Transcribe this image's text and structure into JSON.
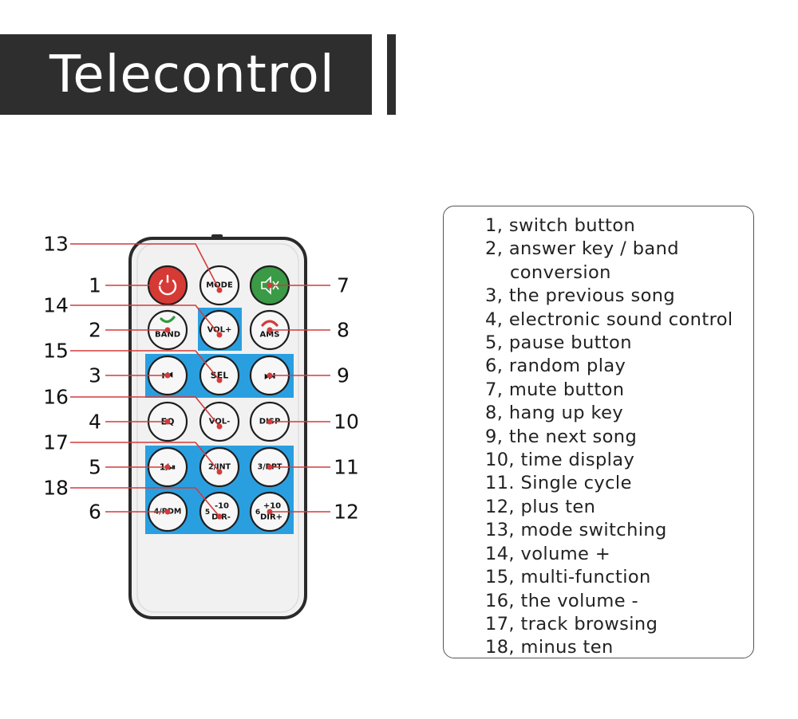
{
  "header": {
    "title": "Telecontrol"
  },
  "remote": {
    "buttons": [
      {
        "id": "power",
        "label": "",
        "icon": "power-icon",
        "row": 0,
        "col": 0,
        "color": "#d63a34"
      },
      {
        "id": "mode",
        "label": "MODE",
        "row": 0,
        "col": 1
      },
      {
        "id": "mute",
        "label": "",
        "icon": "mute-icon",
        "row": 0,
        "col": 2,
        "color": "#3a9a45"
      },
      {
        "id": "band",
        "label": "BAND",
        "icon": "phone-answer-icon",
        "row": 1,
        "col": 0
      },
      {
        "id": "vol_up",
        "label": "VOL+",
        "row": 1,
        "col": 1
      },
      {
        "id": "ams",
        "label": "AMS",
        "icon": "phone-hangup-icon",
        "row": 1,
        "col": 2
      },
      {
        "id": "prev",
        "label": "⏮",
        "icon": "previous-track-icon",
        "row": 2,
        "col": 0
      },
      {
        "id": "sel",
        "label": "SEL",
        "row": 2,
        "col": 1
      },
      {
        "id": "next",
        "label": "⏭",
        "icon": "next-track-icon",
        "row": 2,
        "col": 2
      },
      {
        "id": "eq",
        "label": "EQ",
        "row": 3,
        "col": 0
      },
      {
        "id": "vol_down",
        "label": "VOL-",
        "row": 3,
        "col": 1
      },
      {
        "id": "disp",
        "label": "DISP",
        "row": 3,
        "col": 2
      },
      {
        "id": "play",
        "label": "1/⏯",
        "row": 4,
        "col": 0
      },
      {
        "id": "int",
        "label": "2/INT",
        "row": 4,
        "col": 1
      },
      {
        "id": "rpt",
        "label": "3/RPT",
        "row": 4,
        "col": 2
      },
      {
        "id": "rdm",
        "label": "4/RDM",
        "row": 5,
        "col": 0
      },
      {
        "id": "minus10",
        "label": "5 -10 DIR-",
        "lines": [
          "-10",
          "DIR-"
        ],
        "prefix": "5",
        "row": 5,
        "col": 1
      },
      {
        "id": "plus10",
        "label": "6 +10 DIR+",
        "lines": [
          "+10",
          "DIR+"
        ],
        "prefix": "6",
        "row": 5,
        "col": 2
      }
    ]
  },
  "callouts": [
    {
      "num": "1",
      "target": "power"
    },
    {
      "num": "2",
      "target": "band"
    },
    {
      "num": "3",
      "target": "prev"
    },
    {
      "num": "4",
      "target": "eq"
    },
    {
      "num": "5",
      "target": "play"
    },
    {
      "num": "6",
      "target": "rdm"
    },
    {
      "num": "7",
      "target": "mute"
    },
    {
      "num": "8",
      "target": "ams"
    },
    {
      "num": "9",
      "target": "next"
    },
    {
      "num": "10",
      "target": "disp"
    },
    {
      "num": "11",
      "target": "rpt"
    },
    {
      "num": "12",
      "target": "plus10"
    },
    {
      "num": "13",
      "target": "mode"
    },
    {
      "num": "14",
      "target": "vol_up"
    },
    {
      "num": "15",
      "target": "sel"
    },
    {
      "num": "16",
      "target": "vol_down"
    },
    {
      "num": "17",
      "target": "int"
    },
    {
      "num": "18",
      "target": "minus10"
    }
  ],
  "legend": {
    "items": [
      {
        "text": "1, switch button"
      },
      {
        "text": "2, answer key / band"
      },
      {
        "text": "conversion",
        "continuation": true
      },
      {
        "text": "3, the previous song"
      },
      {
        "text": "4, electronic sound control"
      },
      {
        "text": "5, pause button"
      },
      {
        "text": "6, random play"
      },
      {
        "text": "7, mute button"
      },
      {
        "text": "8, hang up key"
      },
      {
        "text": "9, the next song"
      },
      {
        "text": "10, time display"
      },
      {
        "text": "11. Single cycle"
      },
      {
        "text": "12, plus ten"
      },
      {
        "text": "13, mode switching"
      },
      {
        "text": "14, volume +"
      },
      {
        "text": "15, multi-function"
      },
      {
        "text": "16, the volume -"
      },
      {
        "text": "17, track browsing"
      },
      {
        "text": "18, minus ten"
      }
    ]
  },
  "colors": {
    "panel": "#2e2e2e",
    "callout_line": "#d43b3b",
    "button_panel": "#2a9fe0",
    "remote_body": "#f1f1f1",
    "remote_border": "#2a2a2a"
  }
}
